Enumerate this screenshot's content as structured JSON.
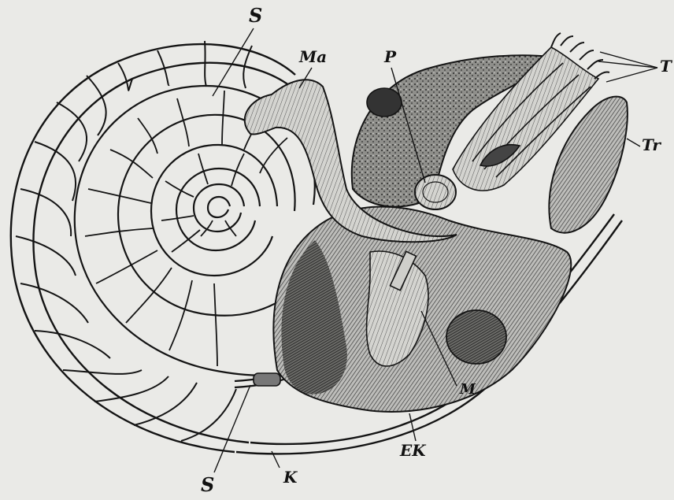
{
  "labels": {
    "siphuncle_top": "S",
    "siphuncle_bottom": "S",
    "mantle": "Ma",
    "pupil_eye": "P",
    "tentacles": "T",
    "funnel": "Tr",
    "muscle": "M",
    "living_chamber": "EK",
    "shell_chamber": "K"
  }
}
